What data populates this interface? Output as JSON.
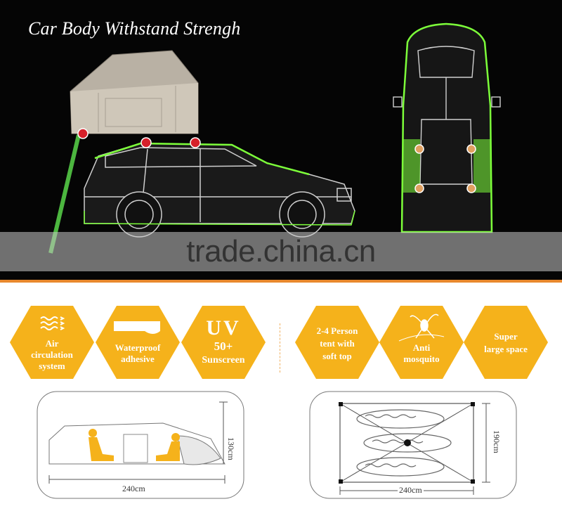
{
  "header": {
    "title": "Car Body Withstand Strengh",
    "watermark": "trade.china.cn"
  },
  "features": [
    {
      "icon": "air-flow-icon",
      "label_line1": "Air",
      "label_line2": "circulation",
      "label_line3": "system"
    },
    {
      "icon": "adhesive-strip-icon",
      "label_line1": "Waterproof",
      "label_line2": "adhesive"
    },
    {
      "icon": "",
      "label_line1": "UV",
      "label_line2": "50+",
      "label_line3": "Sunscreen"
    },
    {
      "icon": "",
      "label_line1": "2-4 Person",
      "label_line2": "tent with",
      "label_line3": "soft top"
    },
    {
      "icon": "mosquito-icon",
      "label_line1": "Anti",
      "label_line2": "mosquito"
    },
    {
      "icon": "",
      "label_line1": "Super",
      "label_line2": "large space"
    }
  ],
  "side_diagram": {
    "width_label": "240cm",
    "height_label": "130cm"
  },
  "top_diagram": {
    "width_label": "240cm",
    "depth_label": "190cm"
  },
  "colors": {
    "accent": "#f5b21b",
    "orange_divider": "#e8882d",
    "highlight_green": "#7dff3a",
    "anchor_red": "#d6202a"
  }
}
